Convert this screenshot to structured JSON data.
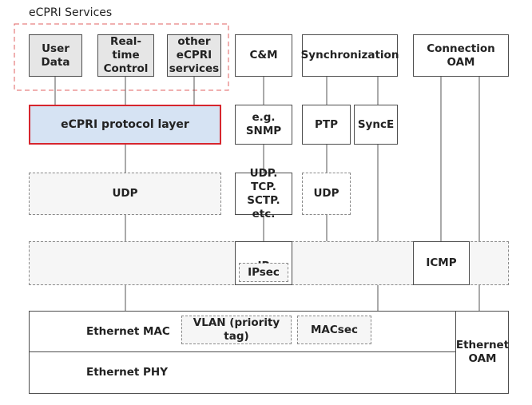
{
  "title": "eCPRI Services",
  "services": {
    "user_data": "User\nData",
    "realtime_control": "Real-time\nControl",
    "other_services": "other\neCPRI\nservices"
  },
  "protocol_layer": "eCPRI protocol layer",
  "udp_main": "UDP",
  "cm": "C&M",
  "snmp": "e.g.\nSNMP",
  "udp_tcp": "UDP. TCP.\nSCTP. etc.",
  "sync": "Synchronization",
  "ptp": "PTP",
  "synce": "SyncE",
  "udp_sync": "UDP",
  "conn_oam": "Connection\nOAM",
  "ip": "IP",
  "ipsec": "IPsec",
  "icmp": "ICMP",
  "eth_mac": "Ethernet MAC",
  "vlan": "VLAN (priority tag)",
  "macsec": "MACsec",
  "eth_phy": "Ethernet PHY",
  "eth_oam": "Ethernet\nOAM",
  "colors": {
    "border": "#4d4d4d",
    "highlight_border": "#d6262e",
    "protocol_fill": "#d6e3f3",
    "service_fill": "#e6e6e6",
    "dashed_fill": "#f6f6f6",
    "services_group_border": "#e06060"
  }
}
